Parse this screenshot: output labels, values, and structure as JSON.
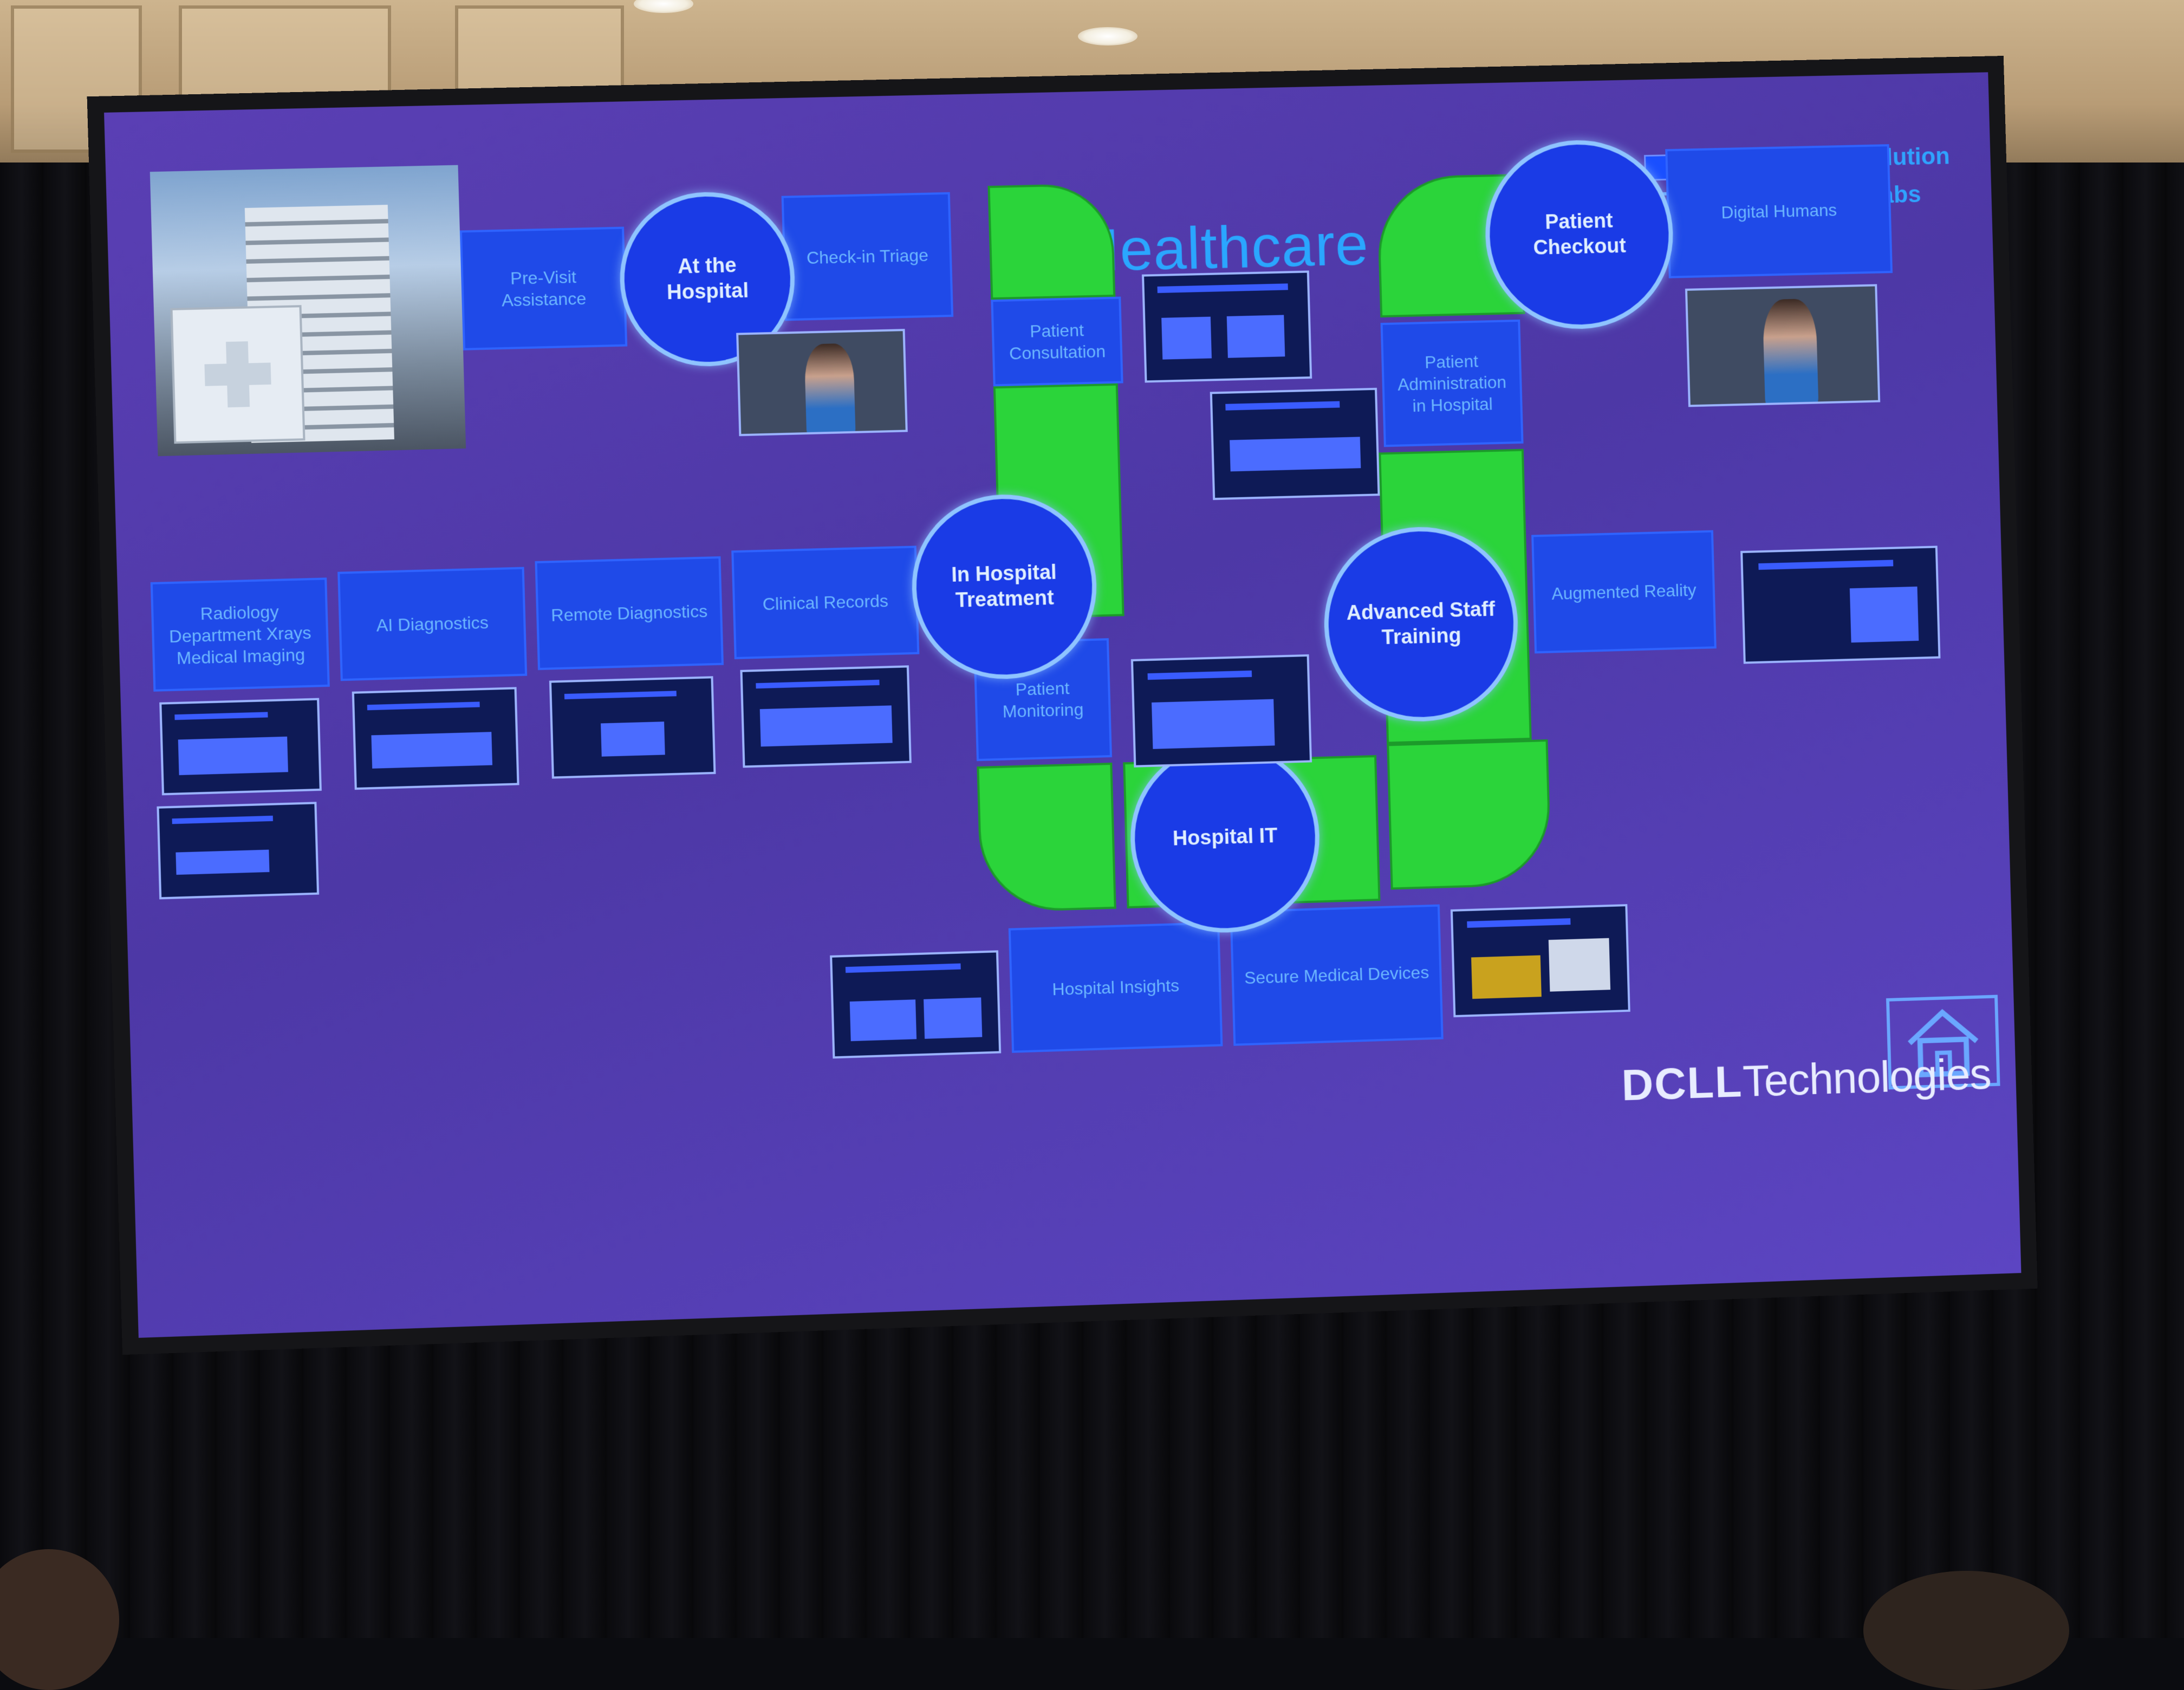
{
  "slide": {
    "title": "Healthcare",
    "legend": {
      "items": [
        "Customer Solution Centers",
        "Innovation Labs"
      ],
      "swatch_color": "#1a4fff"
    },
    "brand": {
      "bold": "DϹLL",
      "rest": "Technologies"
    }
  },
  "nodes": {
    "at_hospital": "At the Hospital",
    "patient_checkout": "Patient Checkout",
    "in_hospital_treatment": "In Hospital Treatment",
    "advanced_staff_training": "Advanced Staff Training",
    "hospital_it": "Hospital IT"
  },
  "tiles": {
    "pre_visit": "Pre-Visit Assistance",
    "check_in": "Check-in Triage",
    "patient_consultation": "Patient Consultation",
    "digital_humans": "Digital Humans",
    "patient_administration": "Patient Administration in Hospital",
    "radiology": "Radiology Department Xrays Medical Imaging",
    "ai_diagnostics": "AI Diagnostics",
    "remote_diagnostics": "Remote Diagnostics",
    "clinical_records": "Clinical Records",
    "augmented_reality": "Augmented Reality",
    "patient_monitoring": "Patient Monitoring",
    "hospital_insights": "Hospital Insights",
    "secure_medical_devices": "Secure Medical Devices"
  },
  "colors": {
    "slide_background": "#5a3fb4",
    "tile_blue": "#1f4ae8",
    "node_blue": "#1a3be6",
    "track_green": "#2bd43a",
    "title_blue": "#2aa6ff"
  },
  "icons": [
    "home-icon"
  ]
}
